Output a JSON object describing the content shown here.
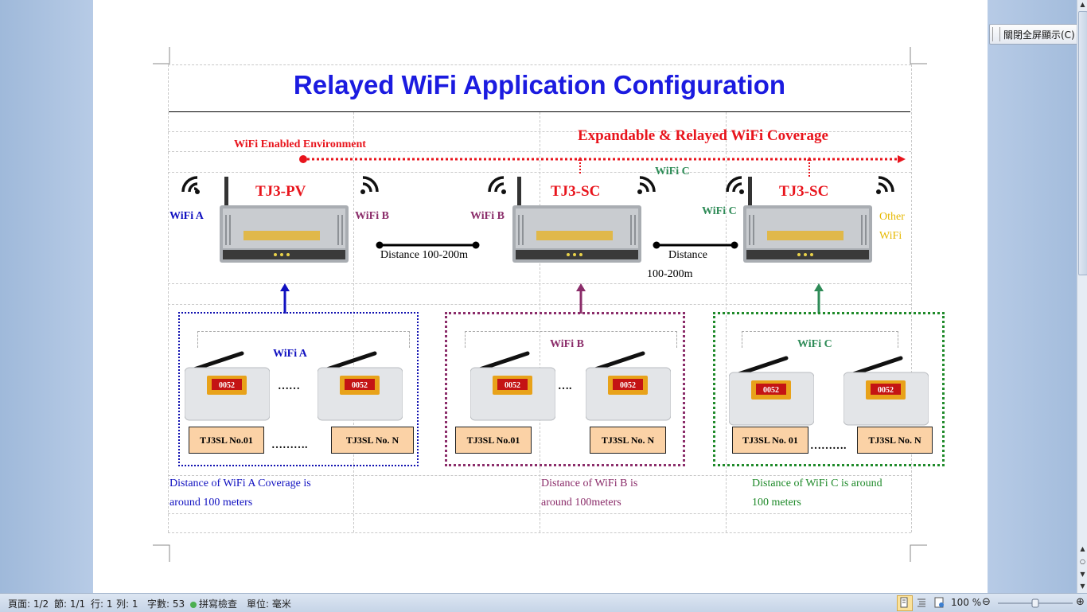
{
  "status_bar": {
    "page": "頁面: 1/2",
    "section": "節: 1/1",
    "row": "行: 1",
    "column": "列: 1",
    "word_count": "字數: 53",
    "spelling": "拼寫檢查",
    "unit": "單位: 毫米",
    "zoom": "100 %"
  },
  "fullscreen_button": "關閉全屏顯示(C)",
  "diagram": {
    "title": "Relayed WiFi Application Configuration",
    "coverage_label": "Expandable & Relayed WiFi Coverage",
    "environment_label": "WiFi Enabled Environment",
    "devices": {
      "pv": "TJ3-PV",
      "sc1": "TJ3-SC",
      "sc2": "TJ3-SC"
    },
    "wifi_labels": {
      "a_left": "WiFi A",
      "b_right_pv": "WiFi B",
      "b_left_sc": "WiFi B",
      "c_top": "WiFi C",
      "c_left_sc": "WiFi C",
      "other_1": "Other",
      "other_2": "WiFi"
    },
    "distances": {
      "d1": "Distance 100-200m",
      "d2_line1": "Distance",
      "d2_line2": "100-200m"
    },
    "zones": {
      "a": {
        "title": "WiFi A",
        "dots": "……",
        "dots2": "……….",
        "label1": "TJ3SL No.01",
        "label2": "TJ3SL No. N",
        "color": "#1010b0"
      },
      "b": {
        "title": "WiFi B",
        "dots": "….",
        "label1": "TJ3SL No.01",
        "label2": "TJ3SL No. N",
        "color": "#8b2d6a"
      },
      "c": {
        "title": "WiFi C",
        "dots2": "……….",
        "label1": "TJ3SL No. 01",
        "label2": "TJ3SL No. N",
        "color": "#2e8b57"
      }
    },
    "coverage_notes": {
      "a_line1": "Distance of WiFi A Coverage is",
      "a_line2": "around 100 meters",
      "b_line1": "Distance of WiFi B is",
      "b_line2": "around 100meters",
      "c_line1": "Distance of WiFi C is around",
      "c_line2": "100 meters"
    },
    "sensor_display": "0052"
  }
}
